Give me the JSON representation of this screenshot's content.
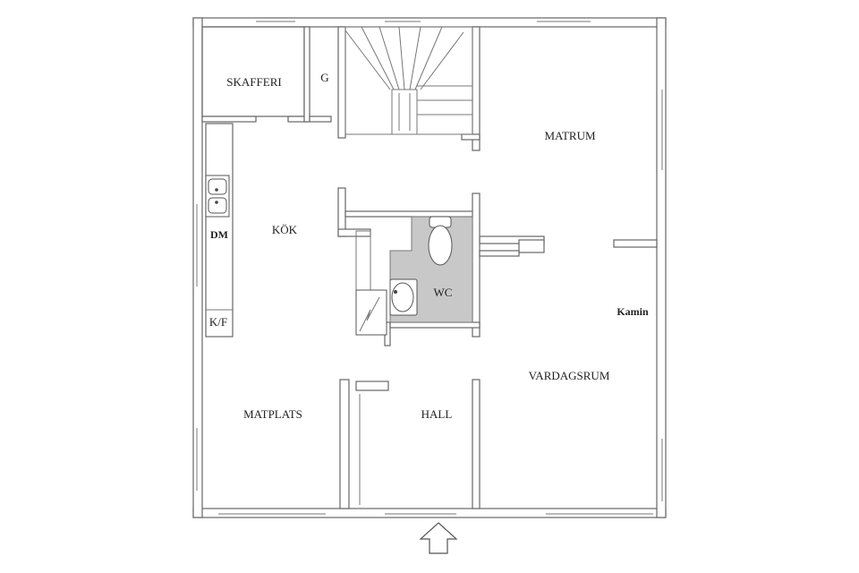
{
  "rooms": {
    "skafferi": "SKAFFERI",
    "g": "G",
    "matrum": "MATRUM",
    "kok": "KÖK",
    "dm": "DM",
    "kf": "K/F",
    "wc": "WC",
    "kamin": "Kamin",
    "vardagsrum": "VARDAGSRUM",
    "matplats": "MATPLATS",
    "hall": "HALL"
  },
  "colors": {
    "wc_floor": "#c8c8c8",
    "wall_stroke": "#666666"
  },
  "icons": {
    "entrance": "entrance-arrow-icon",
    "sink": "double-sink-icon",
    "toilet": "toilet-icon",
    "washbasin": "washbasin-icon",
    "stairs": "staircase-icon"
  }
}
